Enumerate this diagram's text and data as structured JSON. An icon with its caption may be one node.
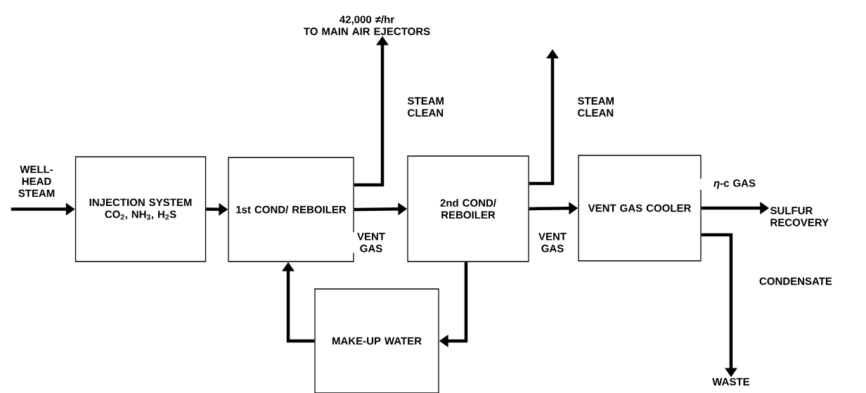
{
  "diagram": {
    "nodes": [
      {
        "text": [
          "WELL-HEAD STEAM"
        ]
      },
      {
        "text": [
          "INJECTION SYSTEM CO$_{2}$, NH$_{3}$, H$_{2}$S"
        ]
      },
      {
        "text": [
          "1st COND/ REBOILER"
        ]
      },
      {
        "text": [
          "2nd COND/ REBOILER"
        ]
      },
      {
        "text": [
          "VENT GAS COOLER"
        ]
      },
      {
        "text": [
          "MAKE-UP WATER"
        ]
      },
      {
        "text": [
          "42,000 ≠/hr",
          "TO MAIN AIR EJECTORS"
        ]
      },
      {
        "text": [
          "SULFUR RECOVERY"
        ]
      },
      {
        "text": [
          "WASTE"
        ]
      }
    ],
    "edges": [
      {
        "from": 0,
        "to": 1,
        "arrow": "to"
      },
      {
        "from": 1,
        "to": 2,
        "arrow": "to"
      },
      {
        "from": 2,
        "to": 6,
        "arrow": "to",
        "label": "STEAM CLEAN"
      },
      {
        "from": 2,
        "to": 3,
        "arrow": "to",
        "label": "VENT GAS"
      },
      {
        "from": 3,
        "to": null,
        "arrow": "to",
        "label": "STEAM CLEAN"
      },
      {
        "from": 3,
        "to": 4,
        "arrow": "to",
        "label": "VENT GAS"
      },
      {
        "from": 4,
        "to": 7,
        "arrow": "to",
        "label": "*η*-c GAS"
      },
      {
        "from": 4,
        "to": 8,
        "arrow": "to",
        "label": "CONDENSATE"
      },
      {
        "from": 3,
        "to": 5,
        "arrow": "to"
      },
      {
        "from": 5,
        "to": 2,
        "arrow": "to"
      }
    ]
  }
}
